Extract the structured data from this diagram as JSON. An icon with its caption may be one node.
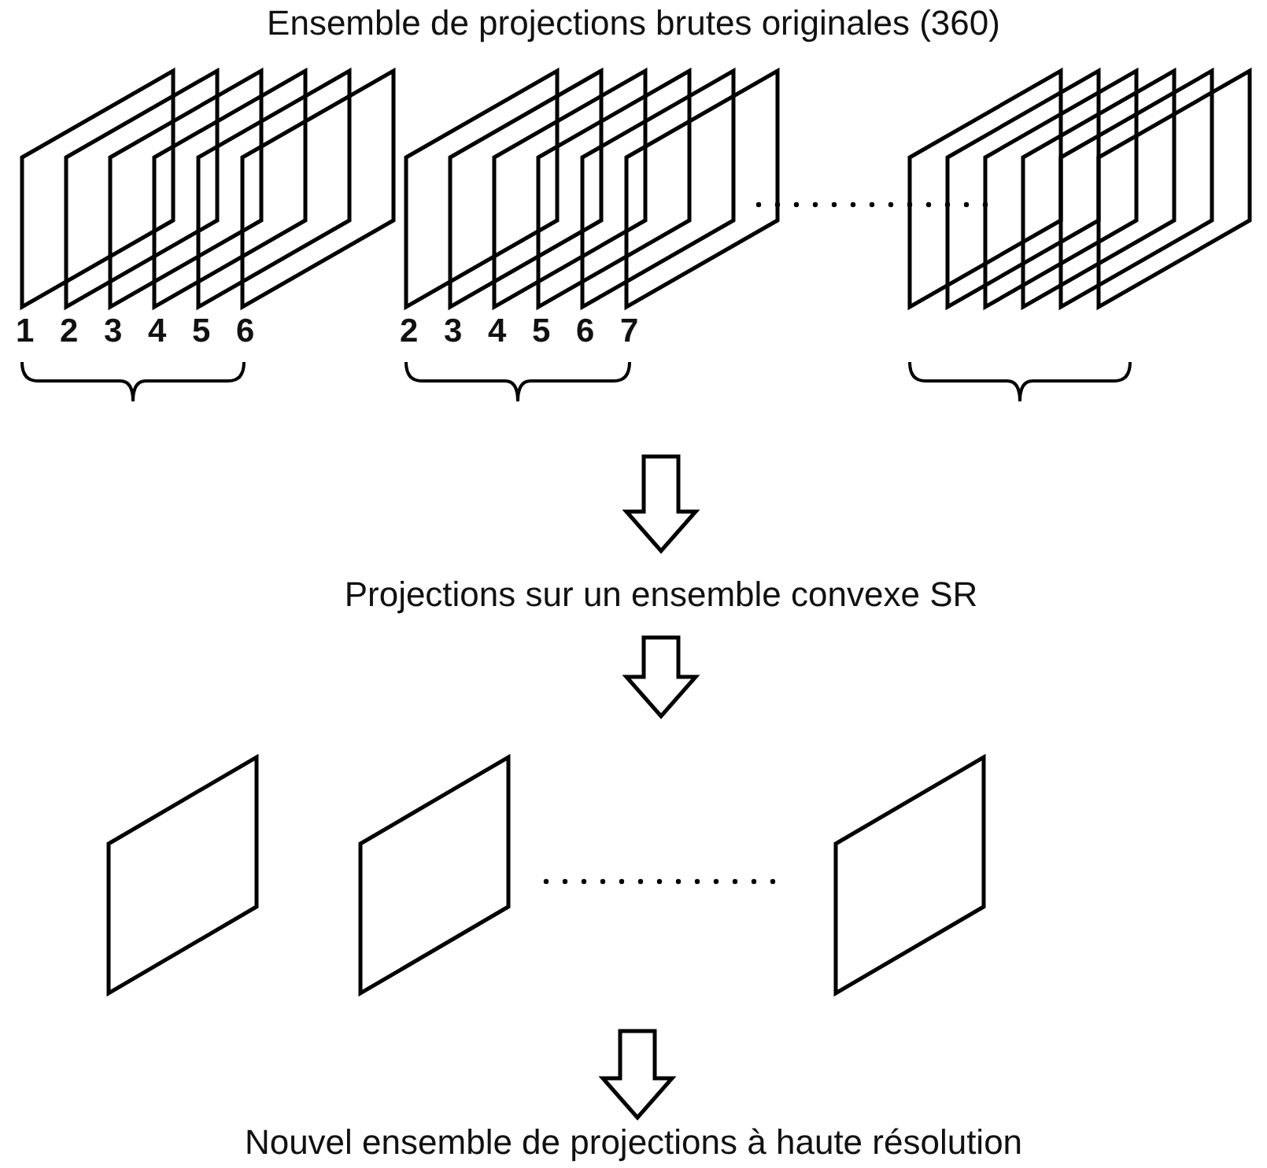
{
  "diagram": {
    "title": "Ensemble de projections brutes originales (360)",
    "nodes": [
      {
        "text": [
          "Projections sur un ensemble convexe SR"
        ]
      },
      {
        "text": [],
        "shape": "parallelogram"
      },
      {
        "text": [],
        "shape": "parallelogram"
      },
      {
        "text": [],
        "shape": "parallelogram"
      },
      {
        "text": [
          "Nouvel ensemble de projections à haute résolution"
        ]
      }
    ],
    "edges": [
      {
        "from": null,
        "to": 0,
        "arrow": "to"
      },
      {
        "from": 0,
        "to": null,
        "arrow": "to"
      },
      {
        "from": null,
        "to": 4,
        "arrow": "to"
      }
    ],
    "labels": [
      "1",
      "2",
      "3",
      "4",
      "5",
      "6",
      "2",
      "3",
      "4",
      "5",
      "6",
      "7"
    ]
  }
}
